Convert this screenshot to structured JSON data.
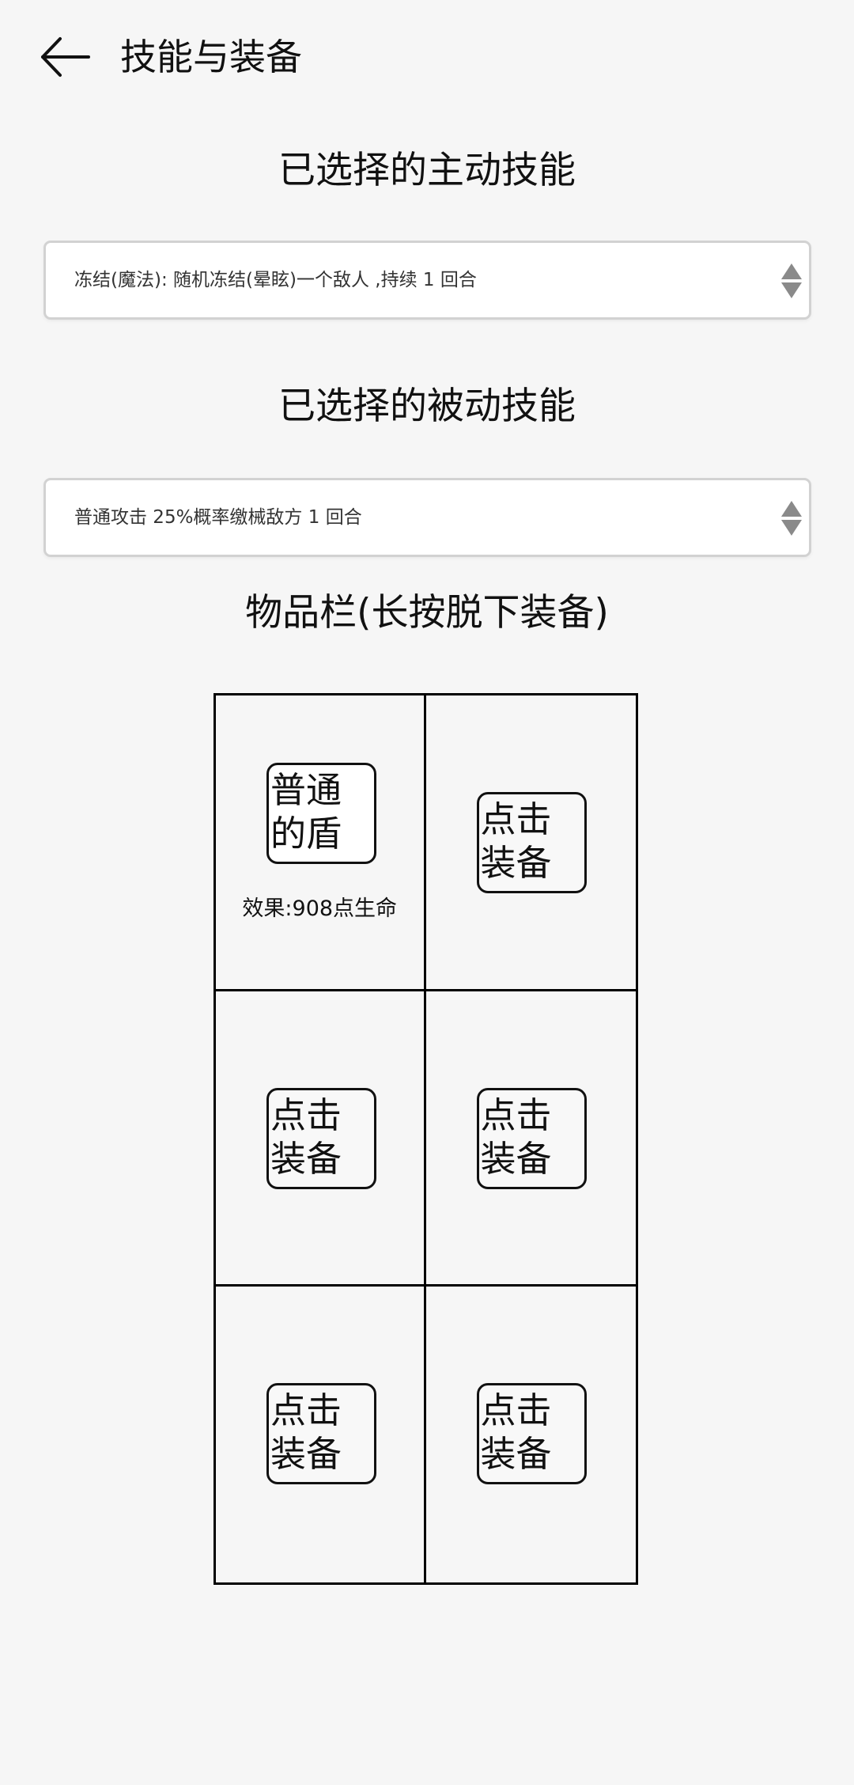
{
  "header": {
    "back_icon": "arrow-left-icon",
    "title": "技能与装备"
  },
  "active_skill": {
    "heading": "已选择的主动技能",
    "selected_value": "冻结(魔法): 随机冻结(晕眩)一个敌人 ,持续 1 回合",
    "spinner_icon": "up-down-triangle-icon"
  },
  "passive_skill": {
    "heading": "已选择的被动技能",
    "selected_value": "普通攻击 25%概率缴械敌方 1 回合",
    "spinner_icon": "up-down-triangle-icon"
  },
  "inventory": {
    "heading": "物品栏(长按脱下装备)",
    "slots": [
      {
        "line1": "普通",
        "line2": "的盾",
        "effect": "效果:908点生命",
        "equipped": true
      },
      {
        "line1": "点击",
        "line2": "装备",
        "effect": "",
        "equipped": false
      },
      {
        "line1": "点击",
        "line2": "装备",
        "effect": "",
        "equipped": false
      },
      {
        "line1": "点击",
        "line2": "装备",
        "effect": "",
        "equipped": false
      },
      {
        "line1": "点击",
        "line2": "装备",
        "effect": "",
        "equipped": false
      },
      {
        "line1": "点击",
        "line2": "装备",
        "effect": "",
        "equipped": false
      }
    ]
  },
  "colors": {
    "background": "#f6f6f6",
    "text": "#111111",
    "select_border": "#d2d2d2",
    "grid_border": "#000000"
  }
}
